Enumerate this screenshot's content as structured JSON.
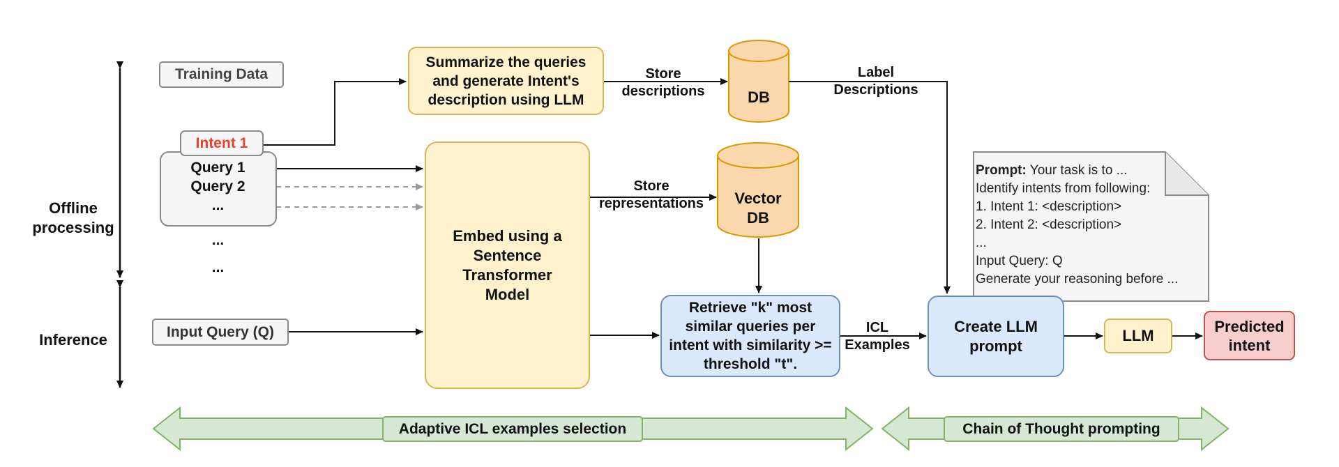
{
  "left_labels": {
    "offline": "Offline processing",
    "inference": "Inference"
  },
  "training_data": "Training Data",
  "intent1": "Intent 1",
  "query_list": [
    "Query 1",
    "Query 2",
    "..."
  ],
  "more_dots": [
    "...",
    "..."
  ],
  "input_query": "Input Query (Q)",
  "summarize": "Summarize the queries and generate Intent's description using LLM",
  "embed": "Embed using a Sentence Transformer Model",
  "db": "DB",
  "vector_db": "Vector DB",
  "retrieve": "Retrieve \"k\" most similar queries per intent with similarity >= threshold \"t\".",
  "create_prompt": "Create LLM prompt",
  "llm": "LLM",
  "predicted": "Predicted intent",
  "edge_labels": {
    "store_descriptions": "Store descriptions",
    "store_representations": "Store representations",
    "label_descriptions": "Label Descriptions",
    "icl_examples": "ICL Examples"
  },
  "prompt_note": {
    "title_bold": "Prompt:",
    "title_rest": " Your task is to ...",
    "lines": [
      "Identify intents from following:",
      "1. Intent 1: <description>",
      "2. Intent 2: <description>",
      "...",
      "Input Query: Q",
      "Generate your reasoning before ..."
    ]
  },
  "phases": {
    "adaptive": "Adaptive ICL examples selection",
    "cot": "Chain of Thought prompting"
  },
  "colors": {
    "yellow_fill": "#fff2cc",
    "blue_fill": "#dae8fc",
    "red_fill": "#f8cecc",
    "green_fill": "#d5e8d4",
    "db_fill": "#fad7ac",
    "intent_red": "#e8402c"
  }
}
